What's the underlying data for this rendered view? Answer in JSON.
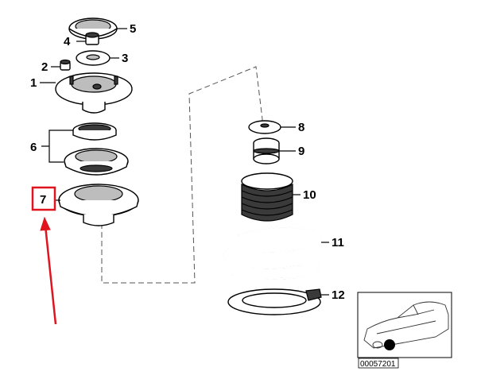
{
  "callouts": {
    "c1": "1",
    "c2": "2",
    "c3": "3",
    "c4": "4",
    "c5": "5",
    "c6": "6",
    "c7": "7",
    "c8": "8",
    "c9": "9",
    "c10": "10",
    "c11": "11",
    "c12": "12"
  },
  "reference_code": "00057201",
  "colors": {
    "highlight": "#e0141e",
    "line": "#000000"
  }
}
